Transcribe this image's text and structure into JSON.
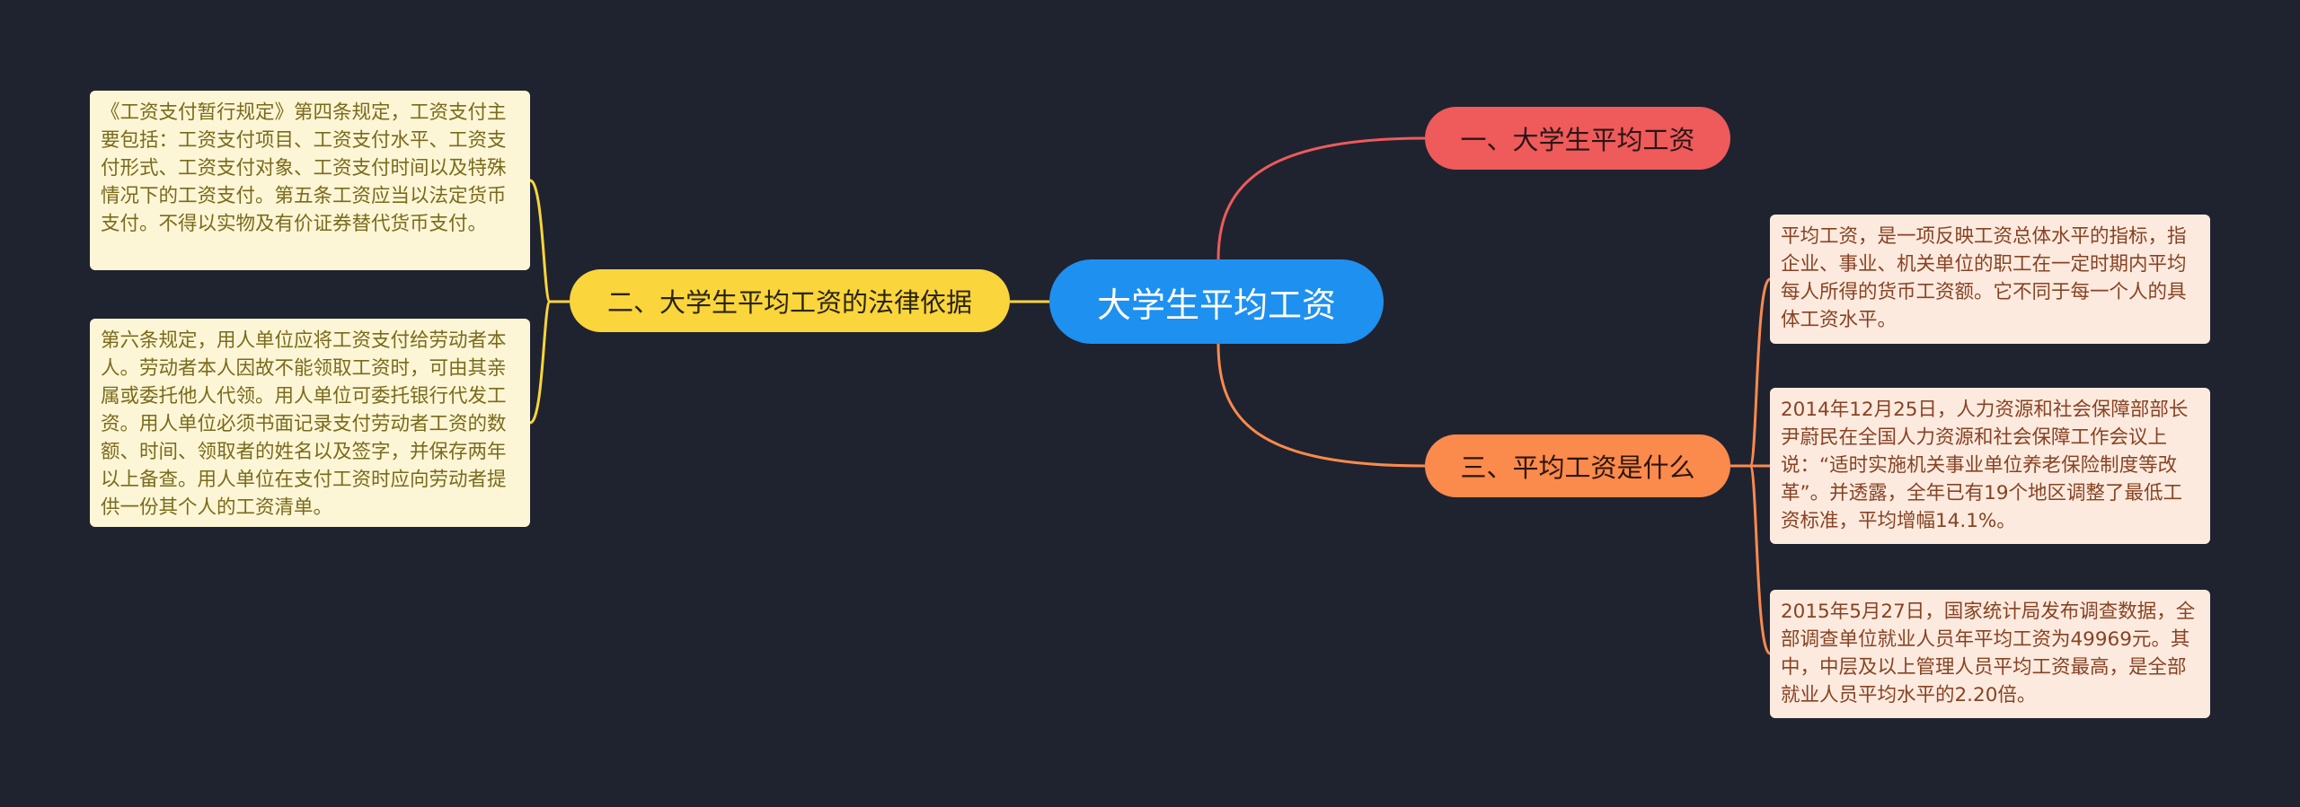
{
  "mindmap": {
    "root": {
      "label": "大学生平均工资"
    },
    "branches": [
      {
        "label": "一、大学生平均工资",
        "color": "#ef5a5a"
      },
      {
        "label": "二、大学生平均工资的法律依据",
        "color": "#fad53b"
      },
      {
        "label": "三、平均工资是什么",
        "color": "#fb8a4d"
      }
    ],
    "legal_basis_notes": [
      "《工资支付暂行规定》第四条规定，工资支付主要包括：工资支付项目、工资支付水平、工资支付形式、工资支付对象、工资支付时间以及特殊情况下的工资支付。第五条工资应当以法定货币支付。不得以实物及有价证券替代货币支付。",
      "第六条规定，用人单位应将工资支付给劳动者本人。劳动者本人因故不能领取工资时，可由其亲属或委托他人代领。用人单位可委托银行代发工资。用人单位必须书面记录支付劳动者工资的数额、时间、领取者的姓名以及签字，并保存两年以上备查。用人单位在支付工资时应向劳动者提供一份其个人的工资清单。"
    ],
    "average_wage_notes": [
      "平均工资，是一项反映工资总体水平的指标，指企业、事业、机关单位的职工在一定时期内平均每人所得的货币工资额。它不同于每一个人的具体工资水平。",
      "2014年12月25日，人力资源和社会保障部部长尹蔚民在全国人力资源和社会保障工作会议上说：“适时实施机关事业单位养老保险制度等改革”。并透露，全年已有19个地区调整了最低工资标准，平均增幅14.1%。",
      "2015年5月27日，国家统计局发布调查数据，全部调查单位就业人员年平均工资为49969元。其中，中层及以上管理人员平均工资最高，是全部就业人员平均水平的2.20倍。"
    ],
    "colors": {
      "background": "#1f2330",
      "root": "#1e90f0",
      "leaf_yellow_bg": "#fdf6d6",
      "leaf_orange_bg": "#fdeadf"
    }
  }
}
